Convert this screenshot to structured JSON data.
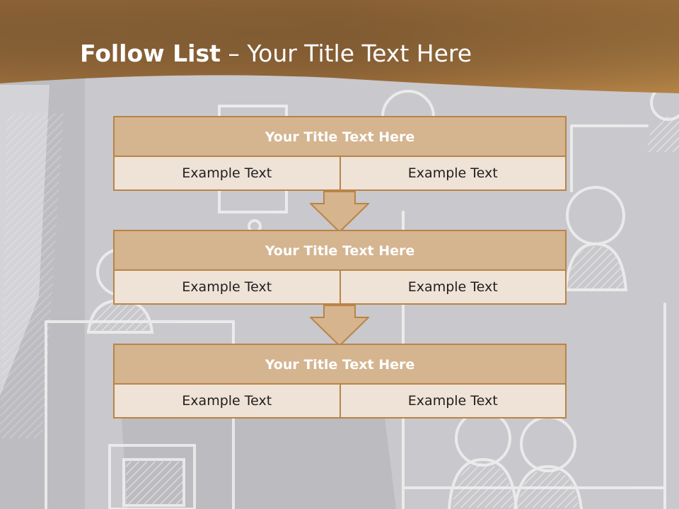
{
  "slide": {
    "title_bold": "Follow List",
    "title_rest": " – Your Title Text Here"
  },
  "blocks": [
    {
      "heading": "Your Title Text Here",
      "left": "Example Text",
      "right": "Example Text"
    },
    {
      "heading": "Your Title Text Here",
      "left": "Example Text",
      "right": "Example Text"
    },
    {
      "heading": "Your Title Text Here",
      "left": "Example Text",
      "right": "Example Text"
    }
  ],
  "colors": {
    "header_band": "#a7733c",
    "block_border": "#b98446",
    "block_heading_fill": "#d5b490",
    "block_cell_fill": "#efe2d6",
    "arrow_fill": "#d6b48d"
  }
}
